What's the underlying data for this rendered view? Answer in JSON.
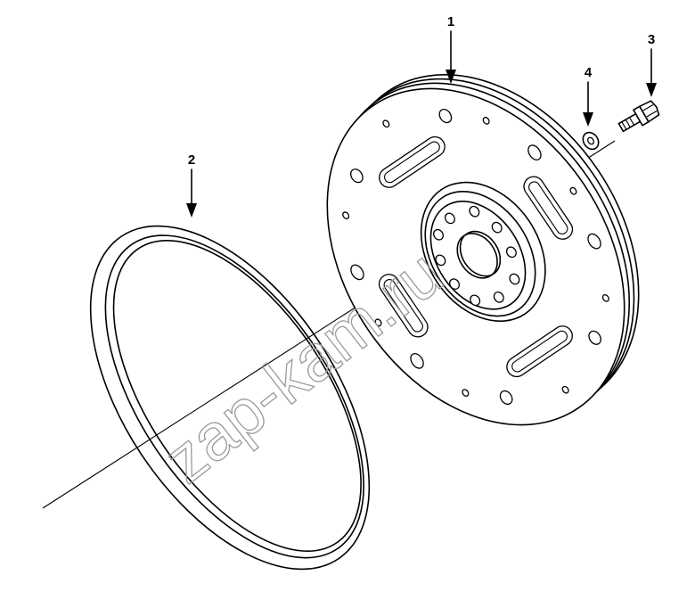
{
  "diagram": {
    "callouts": [
      {
        "id": "1",
        "label": "1"
      },
      {
        "id": "2",
        "label": "2"
      },
      {
        "id": "3",
        "label": "3"
      },
      {
        "id": "4",
        "label": "4"
      }
    ],
    "watermark": "zap-kam.ru"
  }
}
